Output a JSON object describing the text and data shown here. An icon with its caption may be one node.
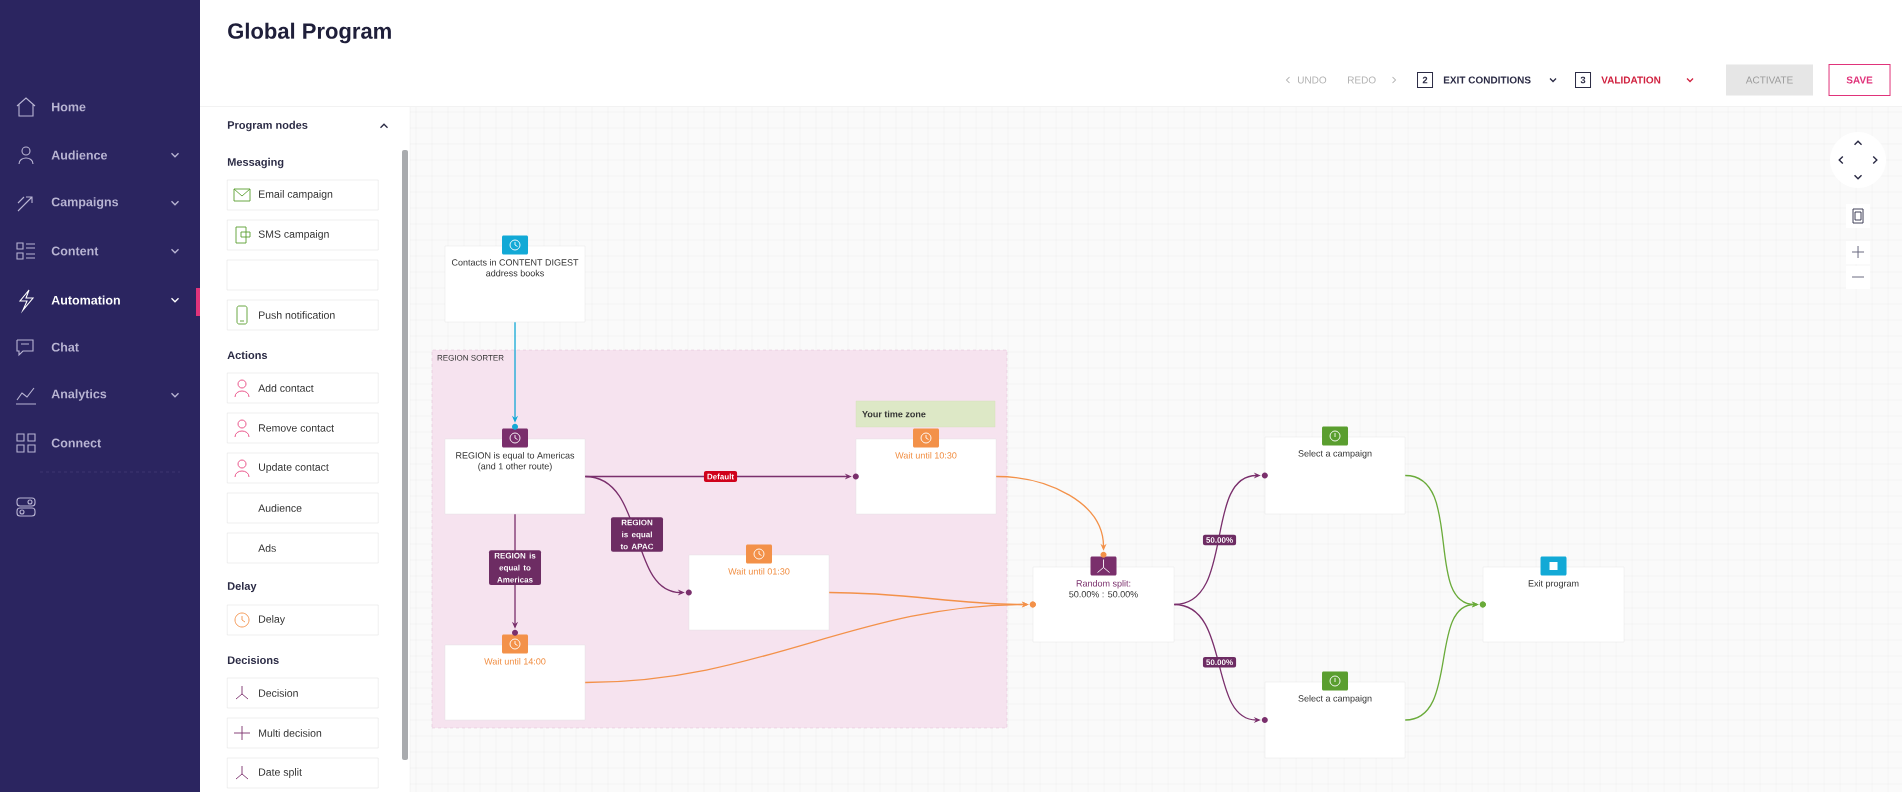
{
  "diagram": {
    "title": "Global Program",
    "nodes": [
      {
        "text": [
          "Contacts in CONTENT DIGEST address books"
        ]
      },
      {
        "text": [
          "REGION SORTER"
        ]
      },
      {
        "text": [
          "REGION is equal to Americas (and 1 other route)"
        ],
        "in": 1
      },
      {
        "text": [
          "Your time zone"
        ],
        "in": 1
      },
      {
        "text": [
          "Wait until 10:30"
        ],
        "in": 1
      },
      {
        "text": [
          "Wait until 01:30"
        ],
        "in": 1
      },
      {
        "text": [
          "Wait until 14:00"
        ],
        "in": 1
      },
      {
        "text": [
          "Random split:",
          "50.00% : 50.00%"
        ]
      },
      {
        "text": [
          "Select a campaign"
        ]
      },
      {
        "text": [
          "Select a campaign"
        ]
      },
      {
        "text": [
          "Exit program"
        ]
      }
    ],
    "edges": [
      {
        "from": 0,
        "to": 2,
        "arrow": "to",
        "color": "#12a9d6"
      },
      {
        "from": 2,
        "to": 4,
        "arrow": "to",
        "label": "Default"
      },
      {
        "from": 2,
        "to": 5,
        "arrow": "to",
        "label": "REGION is equal to APAC"
      },
      {
        "from": 2,
        "to": 6,
        "arrow": "to",
        "label": "REGION is equal to Americas"
      },
      {
        "from": 4,
        "to": 7,
        "arrow": "to",
        "color": "#f39149"
      },
      {
        "from": 5,
        "to": 7,
        "arrow": "to",
        "color": "#f39149"
      },
      {
        "from": 6,
        "to": 7,
        "arrow": "to",
        "color": "#f39149"
      },
      {
        "from": 7,
        "to": 8,
        "arrow": "to",
        "label": "50.00%"
      },
      {
        "from": 7,
        "to": 9,
        "arrow": "to",
        "label": "50.00%"
      },
      {
        "from": 8,
        "to": 10,
        "arrow": "to",
        "color": "#6aab3a"
      },
      {
        "from": 9,
        "to": 10,
        "arrow": "to",
        "color": "#6aab3a"
      }
    ],
    "labels": [
      "Home",
      "Audience",
      "Campaigns",
      "Content",
      "Automation",
      "Chat",
      "Analytics",
      "Connect",
      "UNDO",
      "REDO",
      "2",
      "EXIT CONDITIONS",
      "3",
      "VALIDATION",
      "ACTIVATE",
      "SAVE",
      "Program nodes",
      "Messaging",
      "Email campaign",
      "SMS campaign",
      "Push notification",
      "Actions",
      "Add contact",
      "Remove contact",
      "Update contact",
      "Audience",
      "Ads",
      "Delay",
      "Delay",
      "Decisions",
      "Decision",
      "Multi decision",
      "Date split"
    ]
  }
}
